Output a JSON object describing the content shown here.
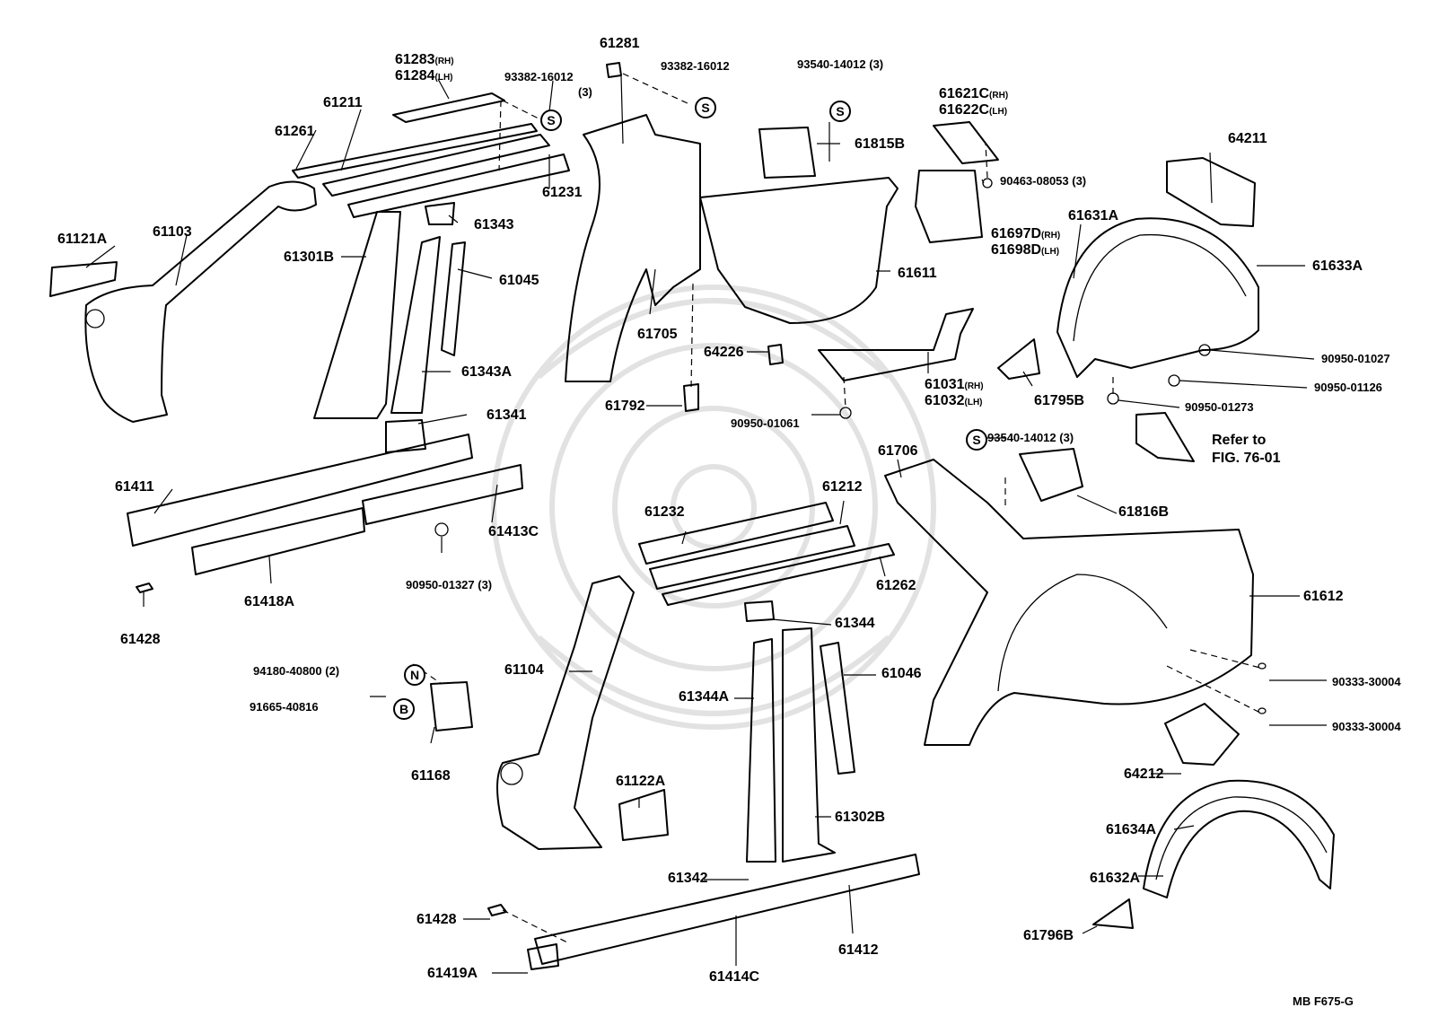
{
  "labels": {
    "l61283": "61283",
    "l61283s": "(RH)",
    "l61284": "61284",
    "l61284s": "(LH)",
    "l93382a": "93382-16012",
    "l93382aq": "(3)",
    "l61281": "61281",
    "l93382b": "93382-16012",
    "l93540a": "93540-14012 (3)",
    "l61621": "61621C",
    "l61621s": "(RH)",
    "l61622": "61622C",
    "l61622s": "(LH)",
    "l64211": "64211",
    "l61211": "61211",
    "l61261": "61261",
    "l61231": "61231",
    "l61815": "61815B",
    "l90463": "90463-08053 (3)",
    "l61631": "61631A",
    "l61121": "61121A",
    "l61103": "61103",
    "l61343": "61343",
    "l61697": "61697D",
    "l61697s": "(RH)",
    "l61698": "61698D",
    "l61698s": "(LH)",
    "l61301": "61301B",
    "l61045": "61045",
    "l61611": "61611",
    "l61633": "61633A",
    "l61705": "61705",
    "l64226": "64226",
    "l90950a": "90950-01027",
    "l61343a": "61343A",
    "l61031": "61031",
    "l61031s": "(RH)",
    "l61032": "61032",
    "l61032s": "(LH)",
    "l90950b": "90950-01126",
    "l61792": "61792",
    "l61795": "61795B",
    "l90950c": "90950-01273",
    "l61341": "61341",
    "l90950d": "90950-01061",
    "l93540b": "93540-14012 (3)",
    "l61706": "61706",
    "l61411": "61411",
    "l61212": "61212",
    "l61816": "61816B",
    "l61232": "61232",
    "l61413": "61413C",
    "l90950e": "90950-01327 (3)",
    "l61262": "61262",
    "l61612": "61612",
    "l61418": "61418A",
    "l61344": "61344",
    "l61428a": "61428",
    "l94180": "94180-40800 (2)",
    "l61104": "61104",
    "l61046": "61046",
    "l90333a": "90333-30004",
    "l61344a": "61344A",
    "l91665": "91665-40816",
    "l90333b": "90333-30004",
    "l61168": "61168",
    "l61122": "61122A",
    "l64212": "64212",
    "l61302": "61302B",
    "l61634": "61634A",
    "l61342": "61342",
    "l61632": "61632A",
    "l61428b": "61428",
    "l61412": "61412",
    "l61796": "61796B",
    "l61419": "61419A",
    "l61414": "61414C"
  },
  "reference": {
    "line1": "Refer to",
    "line2": "FIG. 76-01"
  },
  "symbols": {
    "screw": "S",
    "nut": "N",
    "bolt": "B"
  },
  "footer_code": "MB  F675-G"
}
